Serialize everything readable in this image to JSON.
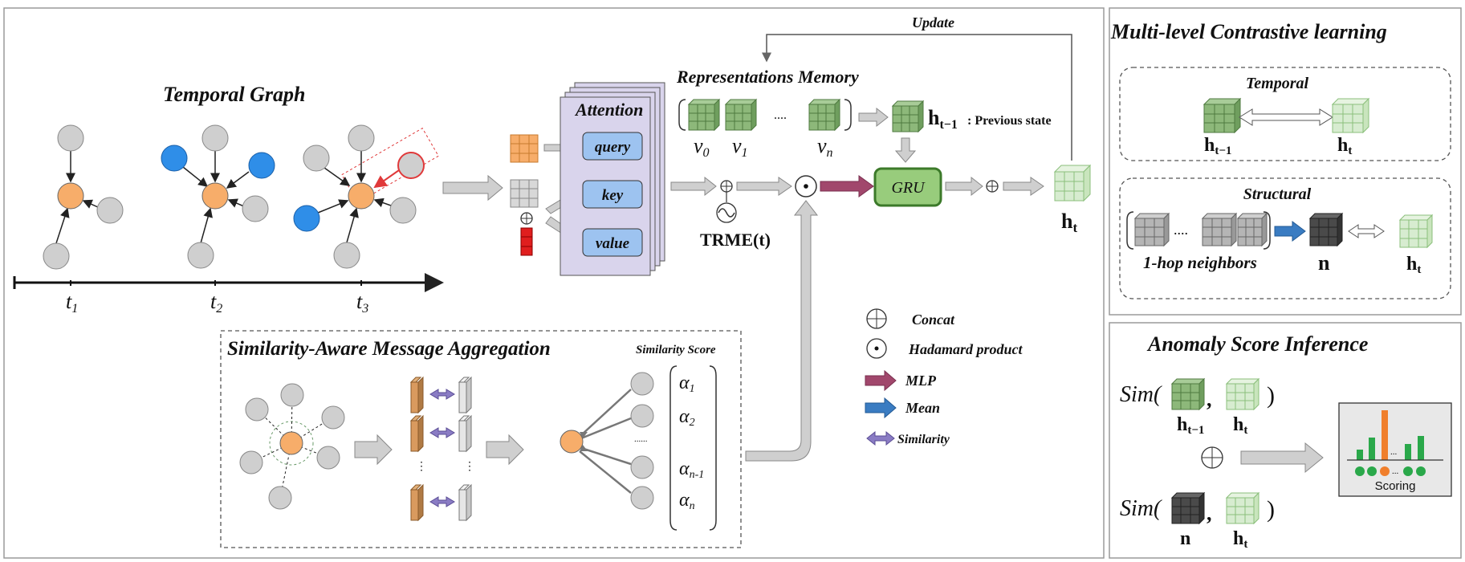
{
  "temporal_graph": {
    "title": "Temporal Graph",
    "t1": "t",
    "t1_sub": "1",
    "t2": "t",
    "t2_sub": "2",
    "t3": "t",
    "t3_sub": "3"
  },
  "attention": {
    "title": "Attention",
    "query": "query",
    "key": "key",
    "value": "value"
  },
  "memory": {
    "title": "Representations  Memory",
    "v0": "v",
    "v0_sub": "0",
    "v1": "v",
    "v1_sub": "1",
    "vn": "v",
    "vn_sub": "n",
    "dots": "....",
    "prev_h": "h",
    "prev_sub": "t−1",
    "prev_label": ": Previous state",
    "update": "Update"
  },
  "trme": {
    "label": "TRME(t)"
  },
  "gru": {
    "label": "GRU"
  },
  "output": {
    "h": "h",
    "sub": "t"
  },
  "similarity_agg": {
    "title": "Similarity-Aware Message Aggregation",
    "score_title": "Similarity Score",
    "dots": "......",
    "alpha1": "α",
    "alpha1_sub": "1",
    "alpha2": "α",
    "alpha2_sub": "2",
    "alphan1": "α",
    "alphan1_sub": "n-1",
    "alphan": "α",
    "alphan_sub": "n"
  },
  "legend": {
    "concat": "Concat",
    "hadamard": "Hadamard product",
    "mlp": "MLP",
    "mean": "Mean",
    "similarity": "Similarity"
  },
  "contrastive": {
    "title": "Multi-level  Contrastive  learning",
    "temporal": "Temporal",
    "structural": "Structural",
    "h_prev": "h",
    "h_prev_sub": "t−1",
    "h_t": "h",
    "h_t_sub": "t",
    "neighbors": "1-hop neighbors",
    "dots": "....",
    "n": "n",
    "h_t2": "h",
    "h_t2_sub": "t"
  },
  "anomaly": {
    "title": "Anomaly Score Inference",
    "sim1": "Sim(",
    "sim2": "Sim(",
    "comma": ",",
    "close": ")",
    "h_prev": "h",
    "h_prev_sub": "t−1",
    "h_t": "h",
    "h_t_sub": "t",
    "n": "n",
    "h_t2": "h",
    "h_t2_sub": "t",
    "scoring": "Scoring",
    "dots": "..."
  },
  "colors": {
    "orange": "#f7ad6a",
    "gray_node": "#cfcfcf",
    "blue_node": "#2f8ee8",
    "green_cube": "#8db87a",
    "light_green": "#d7ecd0",
    "attention_bg": "#d9d4ec",
    "pill_blue": "#9dc3f0",
    "mlp": "#a1476c",
    "mean": "#3a7cc2",
    "similarity": "#8a7cc4",
    "gru_green": "#98cc7c"
  }
}
